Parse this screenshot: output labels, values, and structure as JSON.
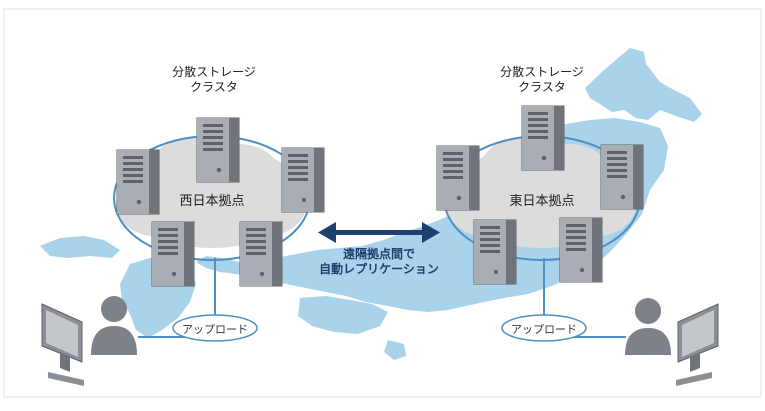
{
  "west": {
    "cluster_line1": "分散ストレージ",
    "cluster_line2": "クラスタ",
    "site": "西日本拠点",
    "upload": "アップロード"
  },
  "east": {
    "cluster_line1": "分散ストレージ",
    "cluster_line2": "クラスタ",
    "site": "東日本拠点",
    "upload": "アップロード"
  },
  "replication": {
    "line1": "遠隔拠点間で",
    "line2": "自動レプリケーション"
  },
  "colors": {
    "map": "#a9d3ea",
    "cloud": "#dcdcdc",
    "ring": "#4e8fc4",
    "server": "#8a8f96",
    "arrow": "#1f3f6e",
    "person": "#7d8288"
  },
  "icons": [
    "server-icon",
    "user-icon",
    "monitor-icon",
    "double-arrow-icon",
    "cloud-shape"
  ]
}
